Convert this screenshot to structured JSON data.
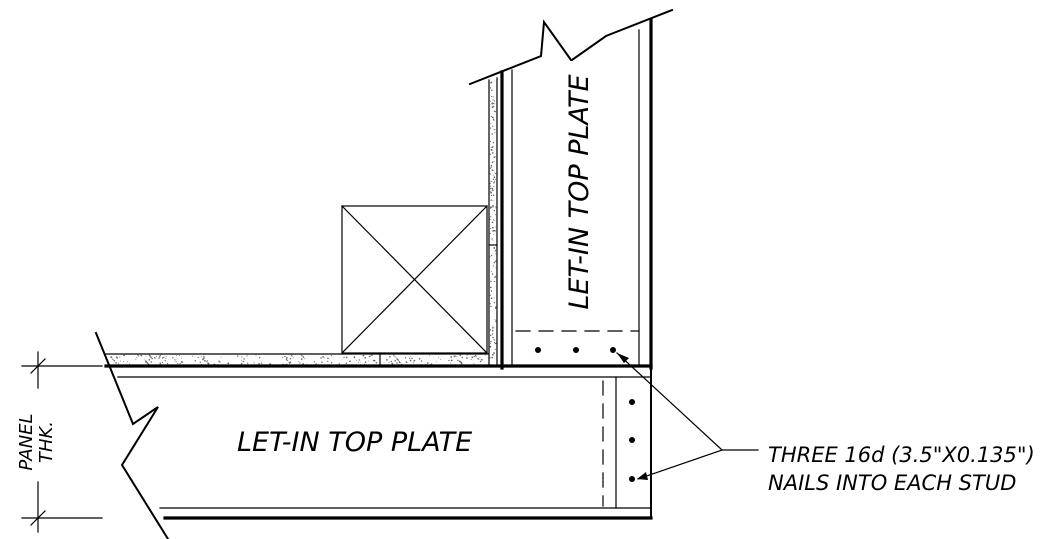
{
  "labels": {
    "top_plate_vertical": "LET-IN TOP PLATE",
    "top_plate_horizontal": "LET-IN TOP PLATE",
    "callout_line1": "THREE 16d (3.5\"X0.135\")",
    "callout_line2": "NAILS INTO EACH STUD",
    "dimension_line1": "PANEL",
    "dimension_line2": "THK."
  }
}
